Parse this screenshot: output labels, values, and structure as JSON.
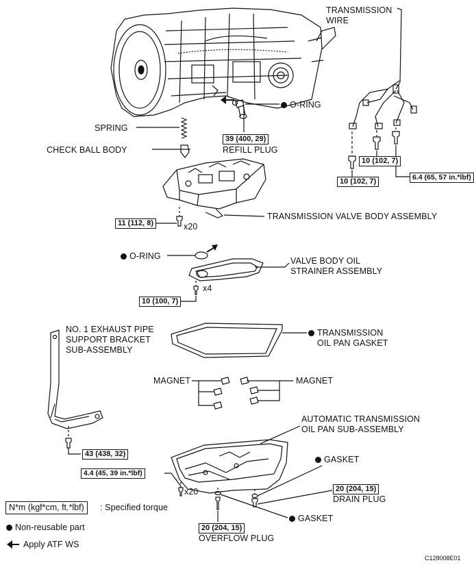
{
  "labels": {
    "transmission_wire": "TRANSMISSION\nWIRE",
    "o_ring_top": "O-RING",
    "refill_plug": "REFILL PLUG",
    "spring": "SPRING",
    "check_ball_body": "CHECK BALL BODY",
    "valve_body_assembly": "TRANSMISSION VALVE BODY ASSEMBLY",
    "x20_valve": "x20",
    "o_ring_strainer": "O-RING",
    "strainer": "VALVE BODY OIL\nSTRAINER ASSEMBLY",
    "x4": "x4",
    "exhaust_bracket": "NO. 1 EXHAUST PIPE\nSUPPORT BRACKET\nSUB-ASSEMBLY",
    "pan_gasket": "TRANSMISSION\nOIL PAN GASKET",
    "magnet_left": "MAGNET",
    "magnet_right": "MAGNET",
    "oil_pan": "AUTOMATIC TRANSMISSION\nOIL PAN SUB-ASSEMBLY",
    "gasket_drain": "GASKET",
    "drain_plug": "DRAIN PLUG",
    "x20_pan": "x20",
    "gasket_overflow": "GASKET",
    "overflow_plug": "OVERFLOW PLUG"
  },
  "torques": {
    "refill_plug": "39 (400, 29)",
    "wire_bolt_a": "10 (102, 7)",
    "wire_bolt_b": "10 (102, 7)",
    "wire_bolt_c": "6.4 (65, 57 in.*lbf)",
    "valve_body": "11 (112, 8)",
    "strainer": "10 (100, 7)",
    "bracket": "43 (438, 32)",
    "oil_pan": "4.4 (45, 39 in.*lbf)",
    "drain_plug": "20 (204, 15)",
    "overflow_plug": "20 (204, 15)"
  },
  "legend": {
    "torque_unit": "N*m (kgf*cm, ft.*lbf)",
    "torque_desc": ": Specified torque",
    "non_reusable": "Non-reusable part",
    "apply_atf": "Apply ATF WS"
  },
  "figure_code": "C128008E01"
}
